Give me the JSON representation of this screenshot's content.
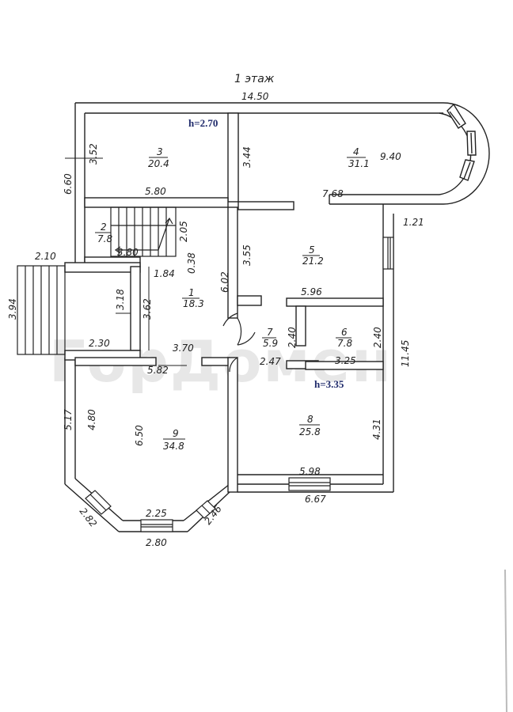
{
  "floor_title": "1 этаж",
  "watermark": "ГорДомен",
  "heights": {
    "upper": "h=2.70",
    "lower": "h=3.35"
  },
  "rooms": [
    {
      "number": "1",
      "area": "18.3"
    },
    {
      "number": "2",
      "area": "7.8"
    },
    {
      "number": "3",
      "area": "20.4"
    },
    {
      "number": "4",
      "area": "31.1"
    },
    {
      "number": "5",
      "area": "21.2"
    },
    {
      "number": "6",
      "area": "7.8"
    },
    {
      "number": "7",
      "area": "5.9"
    },
    {
      "number": "8",
      "area": "25.8"
    },
    {
      "number": "9",
      "area": "34.8"
    }
  ],
  "dimensions": {
    "total_width": "14.50",
    "left_upper": "6.60",
    "room3_height": "3.52",
    "room3_width": "5.80",
    "room4_height": "3.44",
    "room4_width": "9.40",
    "bay_top": "7.68",
    "bay_side": "1.21",
    "right_wall": "11.45",
    "stairs_height": "2.05",
    "stairs_width": "3.80",
    "hall_small": "0.38",
    "hall_width": "1.84",
    "room5_height": "3.55",
    "porch_width": "2.10",
    "porch_height": "3.94",
    "vest_height": "3.18",
    "vest_height2": "3.62",
    "vest_width": "2.30",
    "hall_height": "6.02",
    "hall_span": "3.70",
    "room6_width": "5.96",
    "room7_height": "2.40",
    "room6_height": "2.40",
    "room7_width": "2.47",
    "room6_depth": "3.25",
    "room9_width": "5.82",
    "left_lower": "5.17",
    "room9_inner": "4.80",
    "room9_height": "6.50",
    "room8_height": "4.31",
    "room8_width": "5.98",
    "bottom_right": "6.67",
    "bay_left": "2.82",
    "bay_inner": "2.25",
    "bay_right": "2.46",
    "bay_bottom": "2.80"
  }
}
